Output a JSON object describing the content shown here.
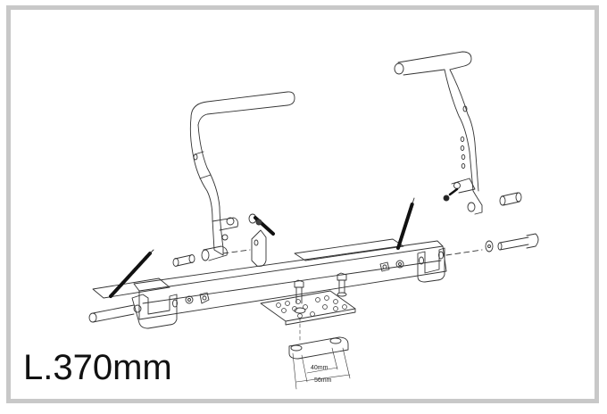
{
  "diagram": {
    "type": "exploded-assembly-line-drawing",
    "subject": "adjustable tube frame bracket with two handle levers, springs, mounting plate and bolts",
    "length_label": "L.370mm",
    "dimensions": {
      "inner_spacing": "40mm",
      "outer_spacing": "56mm"
    },
    "parts": [
      {
        "name": "left-lever"
      },
      {
        "name": "right-lever"
      },
      {
        "name": "main-frame-rail"
      },
      {
        "name": "left-spring"
      },
      {
        "name": "right-spring"
      },
      {
        "name": "mounting-plate"
      },
      {
        "name": "spacer-block"
      },
      {
        "name": "left-bushing"
      },
      {
        "name": "right-bushing"
      },
      {
        "name": "left-bolt"
      },
      {
        "name": "right-bolt"
      },
      {
        "name": "mounting-bolts"
      },
      {
        "name": "adjuster-screw"
      },
      {
        "name": "small-bracket"
      }
    ],
    "colors": {
      "line": "#333333",
      "border": "#c8c8c8",
      "background": "#ffffff"
    }
  }
}
